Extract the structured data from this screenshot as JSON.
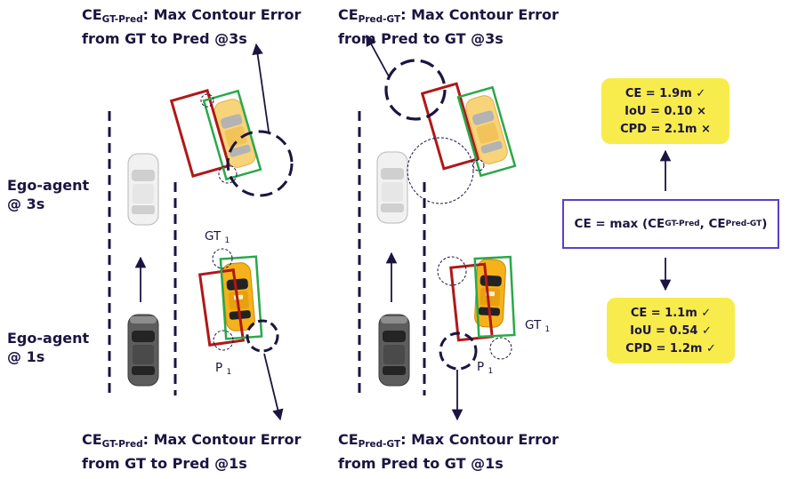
{
  "labels": {
    "top_left": {
      "prefix": "CE",
      "sub": "GT-Pred",
      "suffix": ": Max Contour Error",
      "line2": "from GT to Pred @3s"
    },
    "top_mid": {
      "prefix": "CE",
      "sub": "Pred-GT",
      "suffix": ": Max Contour Error",
      "line2": "from Pred to GT @3s"
    },
    "bot_left": {
      "prefix": "CE",
      "sub": "GT-Pred",
      "suffix": ": Max Contour Error",
      "line2": "from GT to Pred @1s"
    },
    "bot_mid": {
      "prefix": "CE",
      "sub": "Pred-GT",
      "suffix": ": Max Contour Error",
      "line2": "from Pred to GT @1s"
    }
  },
  "ego": {
    "t3": {
      "line1": "Ego-agent",
      "line2": "@ 3s"
    },
    "t1": {
      "line1": "Ego-agent",
      "line2": "@ 1s"
    }
  },
  "tags": {
    "gt1_left": {
      "text": "GT",
      "sub": "1"
    },
    "p1_left": {
      "text": "P",
      "sub": "1"
    },
    "gt1_right": {
      "text": "GT",
      "sub": "1"
    },
    "p1_right": {
      "text": "P",
      "sub": "1"
    }
  },
  "formula": {
    "prefix": "CE = max (CE",
    "sub1": "GT-Pred",
    "mid": ", CE",
    "sub2": "Pred-GT",
    "suffix": ")"
  },
  "metrics_3s": {
    "ce": "CE = 1.9m ✓",
    "iou": "IoU = 0.10 ×",
    "cpd": "CPD = 2.1m ×"
  },
  "metrics_1s": {
    "ce": "CE = 1.1m ✓",
    "iou": "IoU = 0.54 ✓",
    "cpd": "CPD = 1.2m ✓"
  },
  "colors": {
    "gt_box": "#2aa84a",
    "pred_box": "#b01818",
    "ink": "#1c1440",
    "accent_box": "#5c3fc8",
    "highlight": "#f7ec4c",
    "taxi": "#f5b21b"
  }
}
